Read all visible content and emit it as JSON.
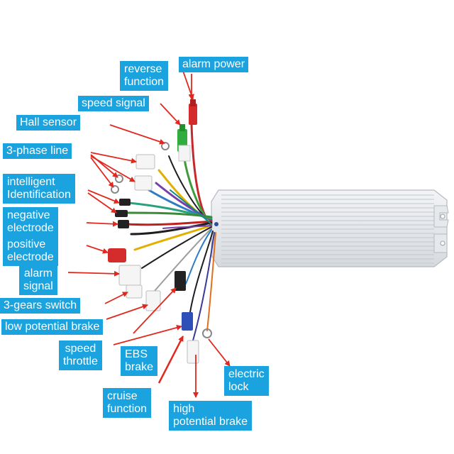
{
  "labels": {
    "reverse_function": [
      "reverse",
      "function"
    ],
    "alarm_power": [
      "alarm power"
    ],
    "speed_signal": [
      "speed signal"
    ],
    "hall_sensor": [
      "Hall sensor"
    ],
    "three_phase_line": [
      "3-phase line"
    ],
    "intelligent_identification": [
      "intelligent",
      "Identification"
    ],
    "negative_electrode": [
      "negative",
      "electrode"
    ],
    "positive_electrode": [
      "positive",
      "electrode"
    ],
    "alarm_signal": [
      "alarm",
      "signal"
    ],
    "three_gears_switch": [
      "3-gears switch"
    ],
    "low_potential_brake": [
      "low potential brake"
    ],
    "speed_throttle": [
      "speed",
      "throttle"
    ],
    "ebs_brake": [
      "EBS",
      "brake"
    ],
    "electric_lock": [
      "electric",
      "lock"
    ],
    "cruise_function": [
      "cruise",
      "function"
    ],
    "high_potential_brake": [
      "high",
      "potential brake"
    ]
  },
  "colors": {
    "label_bg": "#1aa3de",
    "label_text": "#ffffff",
    "arrow": "#e0281e",
    "controller_body": "#e4e7ea",
    "controller_fin": "#c9ced3"
  }
}
